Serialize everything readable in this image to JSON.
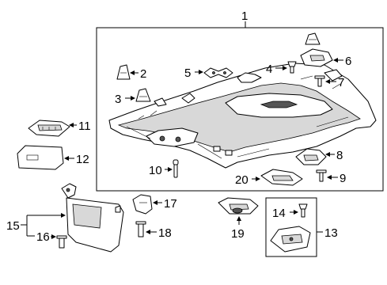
{
  "callouts": {
    "c1": "1",
    "c2": "2",
    "c3": "3",
    "c4": "4",
    "c5": "5",
    "c6": "6",
    "c7": "7",
    "c8": "8",
    "c9": "9",
    "c10": "10",
    "c11": "11",
    "c12": "12",
    "c13": "13",
    "c14": "14",
    "c15": "15",
    "c16": "16",
    "c17": "17",
    "c18": "18",
    "c19": "19",
    "c20": "20"
  },
  "colors": {
    "ink": "#000000",
    "background": "#ffffff",
    "shade": "#d8d8d8"
  }
}
